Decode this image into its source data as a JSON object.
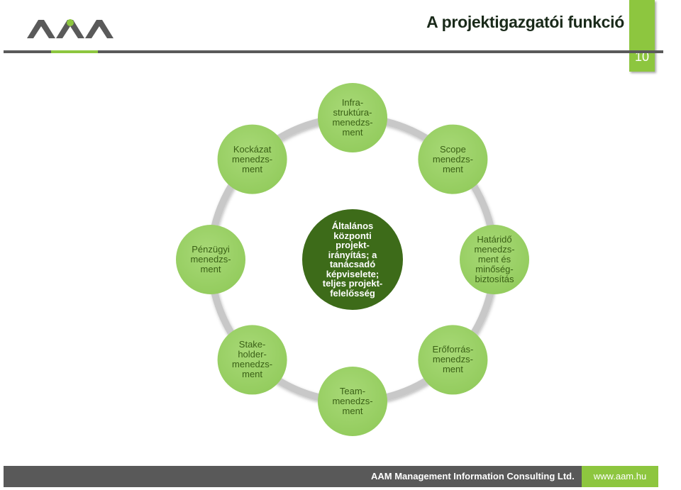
{
  "header": {
    "title": "A projektigazgatói funkció",
    "slide_number": "10"
  },
  "colors": {
    "accent_green": "#8dc63f",
    "node_green": "#9ed46b",
    "center_green": "#3d6b19",
    "ring_gray": "#c6c6c6",
    "footer_gray": "#595959"
  },
  "diagram": {
    "center": "Általános\nközponti\nprojekt-\nirányítás; a\ntanácsadó\nképviselete;\nteljes projekt-\nfelelősség",
    "nodes": [
      "Infra-\nstruktúra-\nmenedzs-\nment",
      "Scope\nmenedzs-\nment",
      "Határidő\nmenedzs-\nment és\nminőség-\nbiztosítás",
      "Erőforrás-\nmenedzs-\nment",
      "Team-\nmenedzs-\nment",
      "Stake-\nholder-\nmenedzs-\nment",
      "Pénzügyi\nmenedzs-\nment",
      "Kockázat\nmenedzs-\nment"
    ]
  },
  "footer": {
    "company": "AAM Management Information Consulting Ltd.",
    "url": "www.aam.hu"
  }
}
